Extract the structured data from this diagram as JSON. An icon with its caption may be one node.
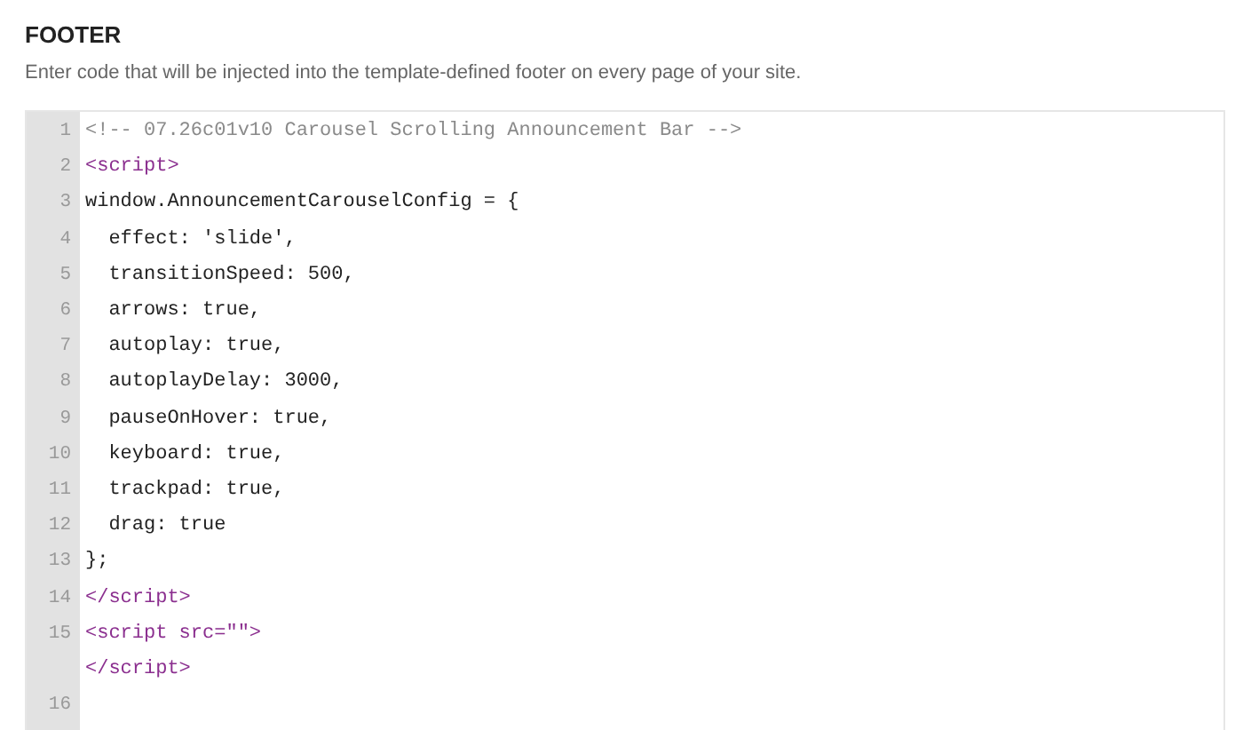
{
  "diagram": {
    "labels": [
      "FOOTER",
      "Enter code that will be injected into the template-defined footer on every page of your site.",
      "1",
      "<!-- 07.26c01v10 Carousel Scrolling Announcement Bar -->",
      "2",
      "<script>",
      "3",
      "window.AnnouncementCarouselConfig = {",
      "4",
      "  effect: 'slide',",
      "5",
      "  transitionSpeed: 500,",
      "6",
      "  arrows: true,",
      "7",
      "  autoplay: true,",
      "8",
      "  autoplayDelay: 3000,",
      "9",
      "  pauseOnHover: true,",
      "10",
      "  keyboard: true,",
      "11",
      "  trackpad: true,",
      "12",
      "  drag: true",
      "13",
      "};",
      "14",
      "</script>",
      "15",
      "<script src=\"\">",
      "</script>",
      "16"
    ]
  }
}
